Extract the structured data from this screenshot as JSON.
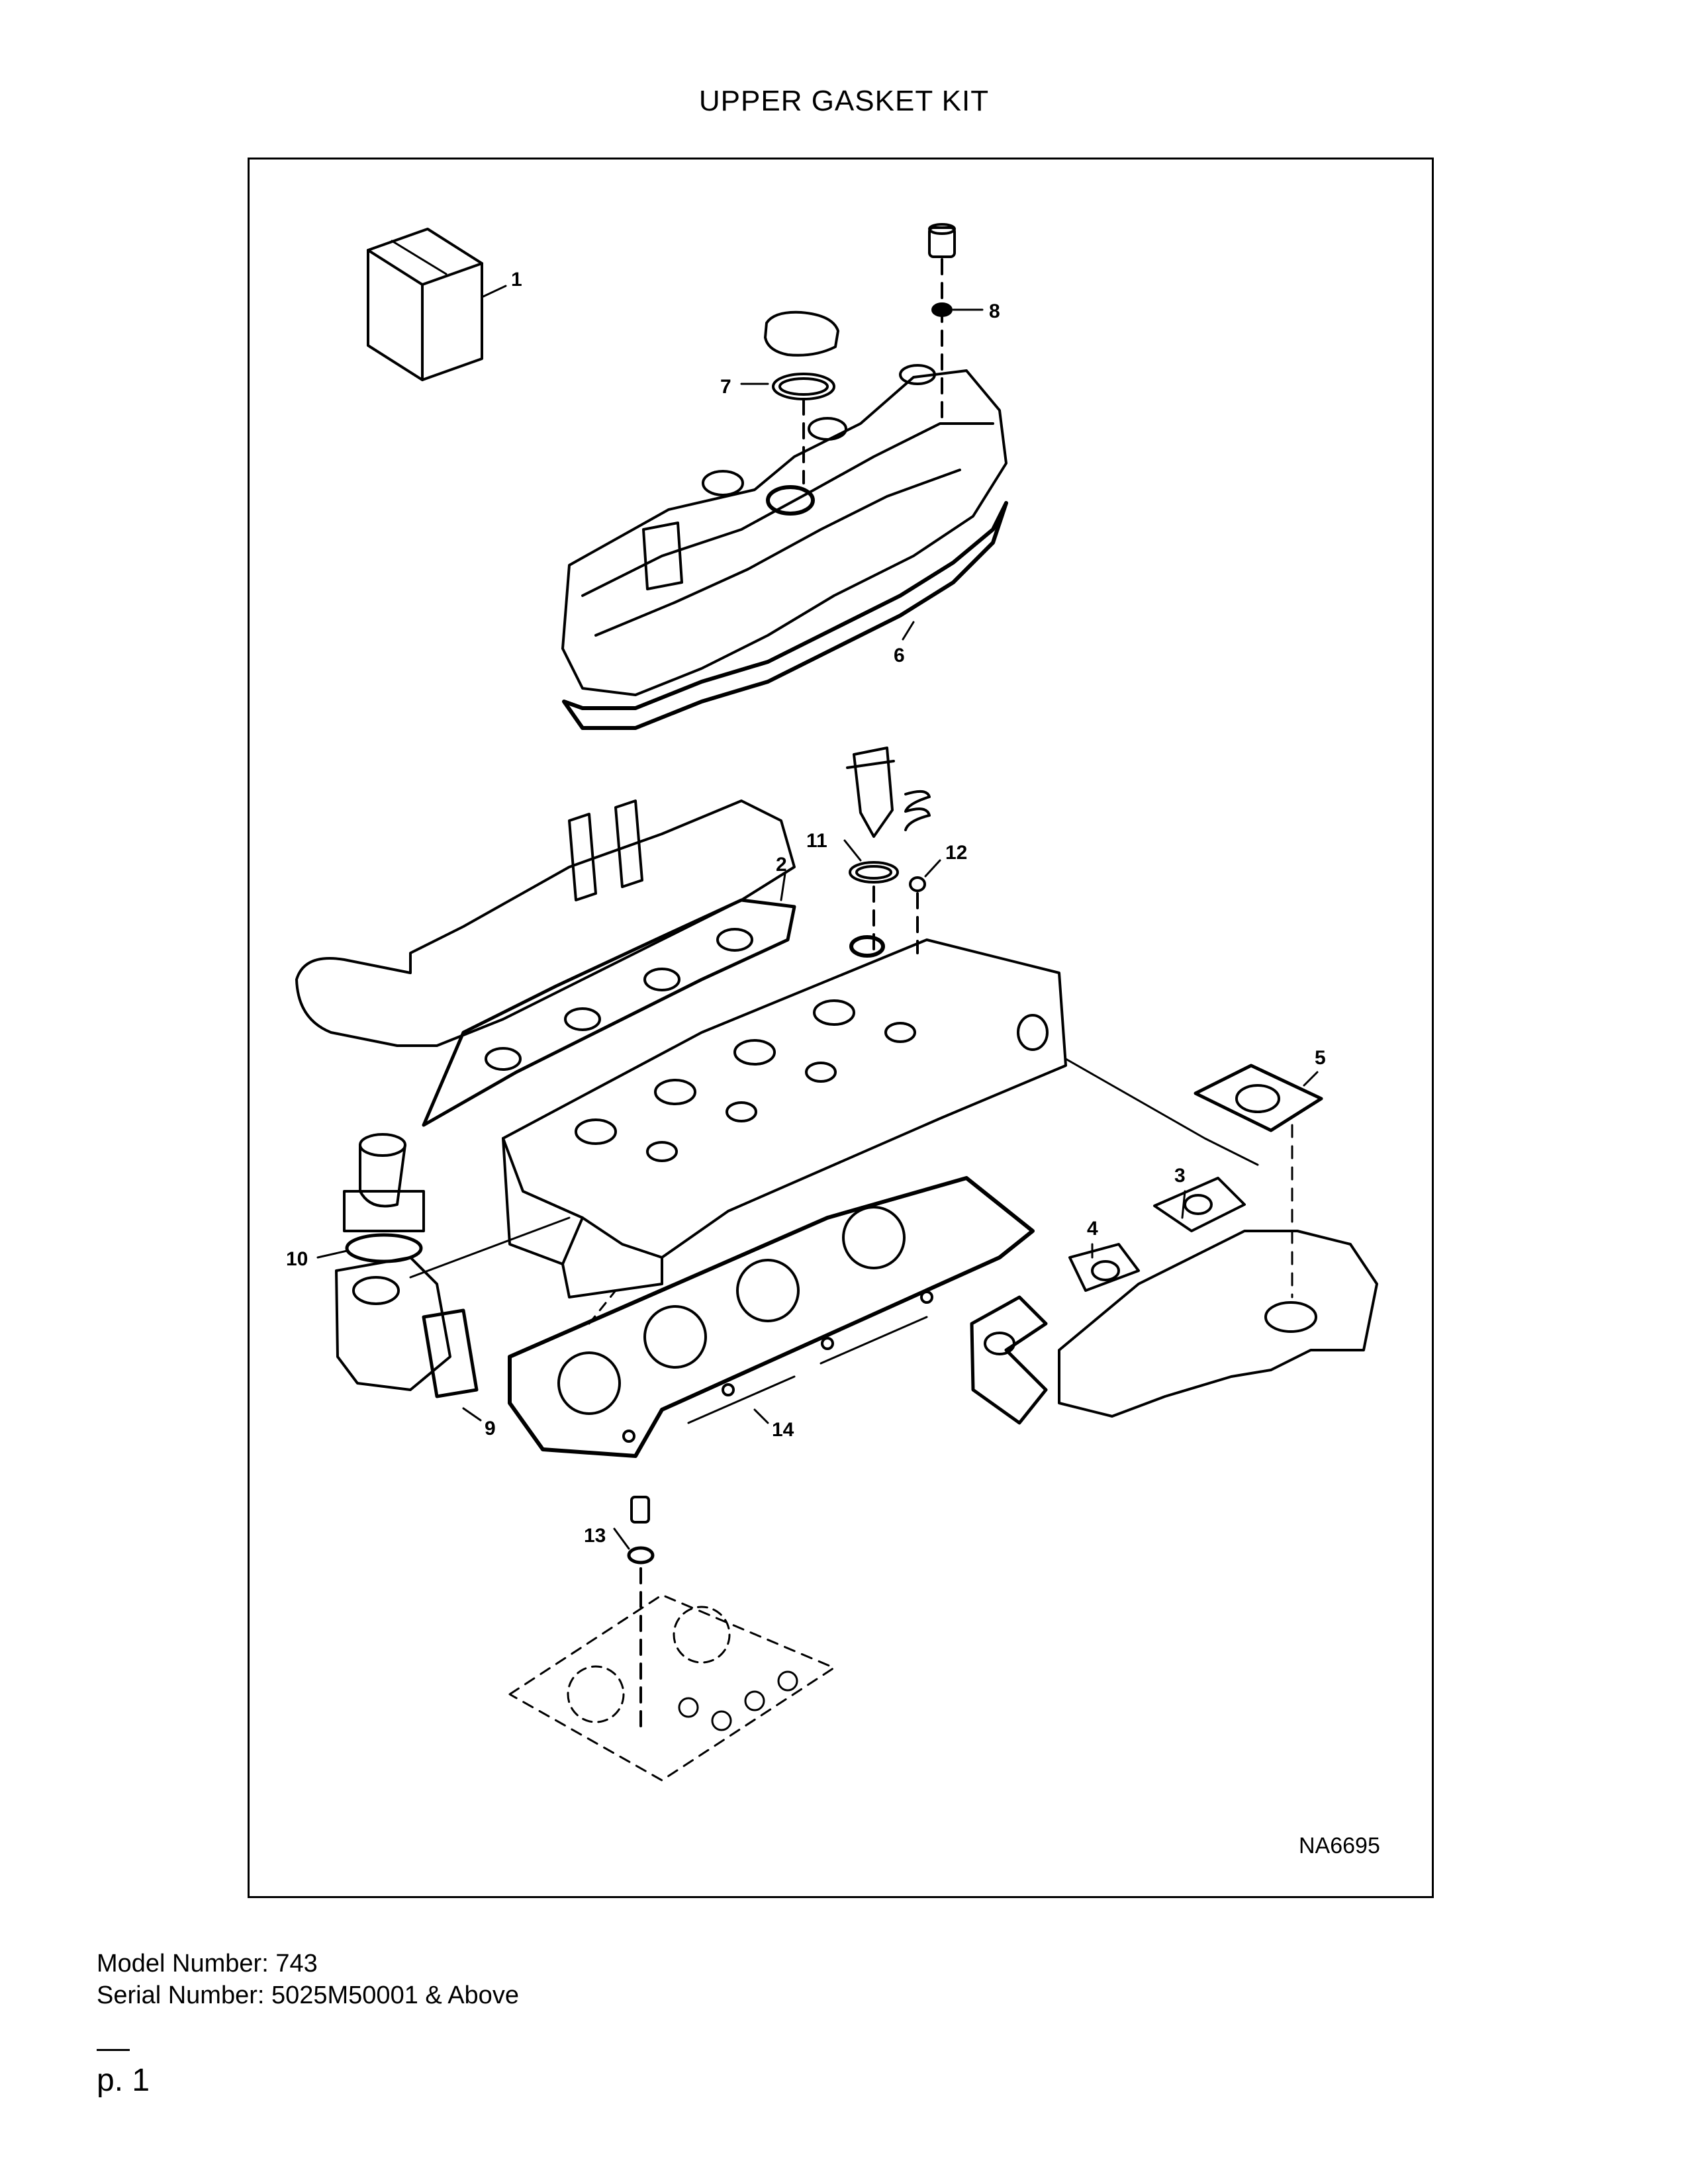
{
  "title": "UPPER GASKET KIT",
  "drawing_code": "NA6695",
  "callouts": [
    "1",
    "2",
    "3",
    "4",
    "5",
    "6",
    "7",
    "8",
    "9",
    "10",
    "11",
    "12",
    "13",
    "14"
  ],
  "footer": {
    "model": "Model Number: 743",
    "serial": "Serial Number: 5025M50001 & Above"
  },
  "page": "p. 1"
}
